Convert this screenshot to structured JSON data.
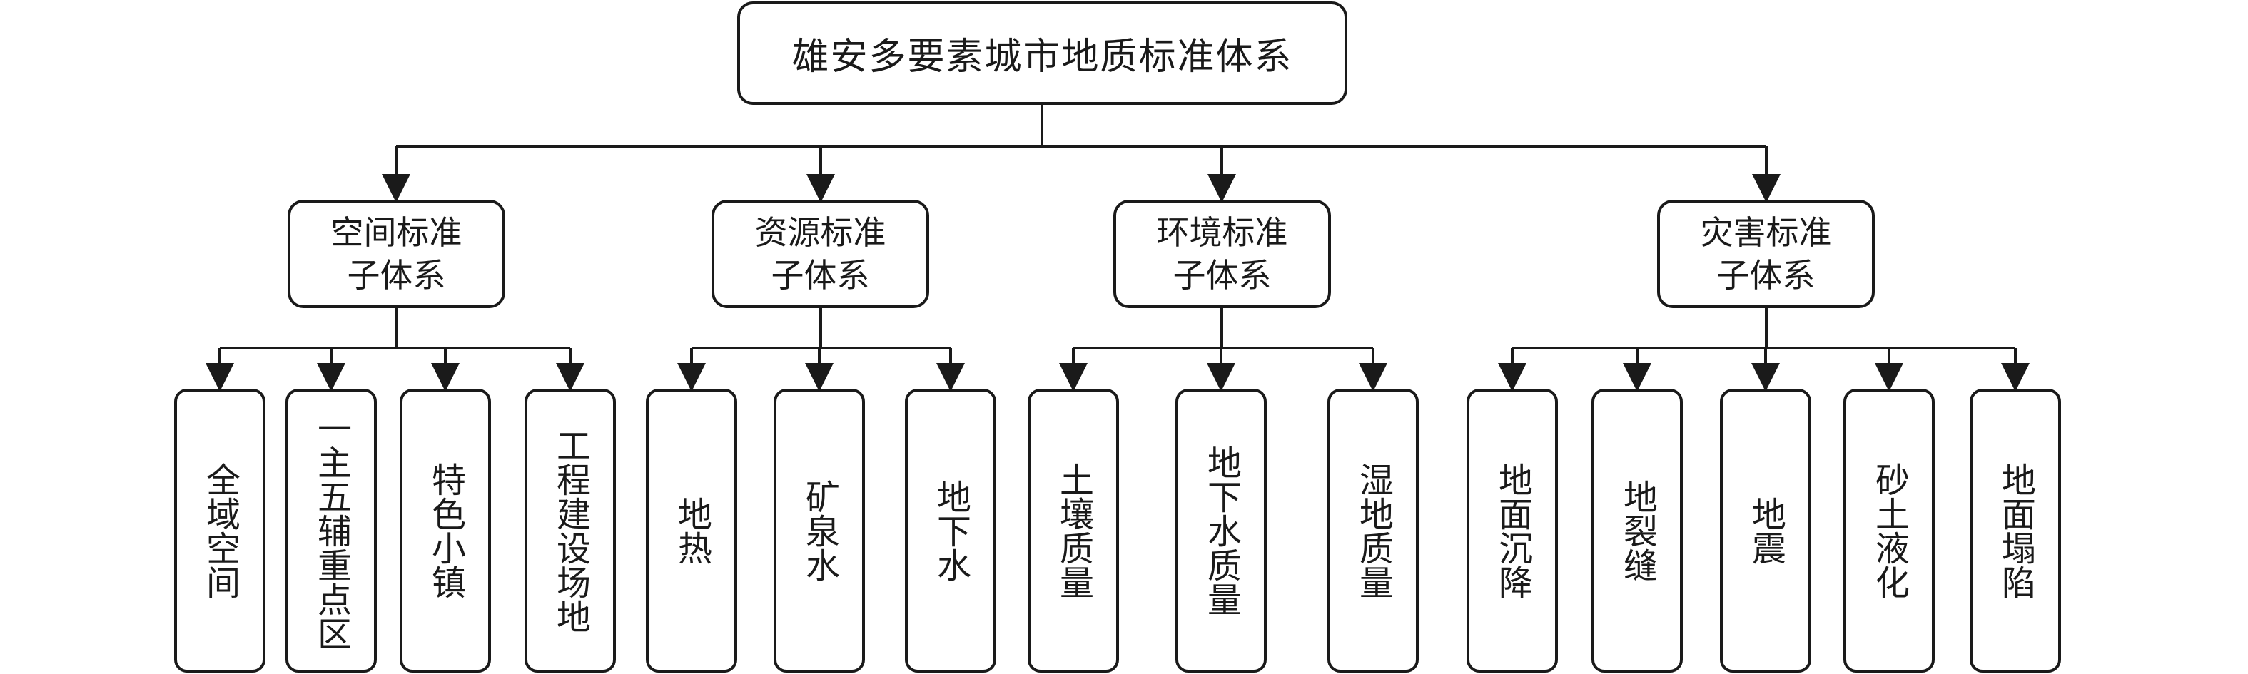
{
  "root": {
    "label": "雄安多要素城市地质标准体系"
  },
  "groups": [
    {
      "label": "空间标准\n子体系",
      "leaves": [
        "全域空间",
        "一主五辅重点区",
        "特色小镇",
        "工程建设场地"
      ]
    },
    {
      "label": "资源标准\n子体系",
      "leaves": [
        "地热",
        "矿泉水",
        "地下水"
      ]
    },
    {
      "label": "环境标准\n子体系",
      "leaves": [
        "土壤质量",
        "地下水质量",
        "湿地质量"
      ]
    },
    {
      "label": "灾害标准\n子体系",
      "leaves": [
        "地面沉降",
        "地裂缝",
        "地震",
        "砂土液化",
        "地面塌陷"
      ]
    }
  ],
  "colors": {
    "stroke": "#1a1a1a",
    "fill": "#ffffff"
  }
}
